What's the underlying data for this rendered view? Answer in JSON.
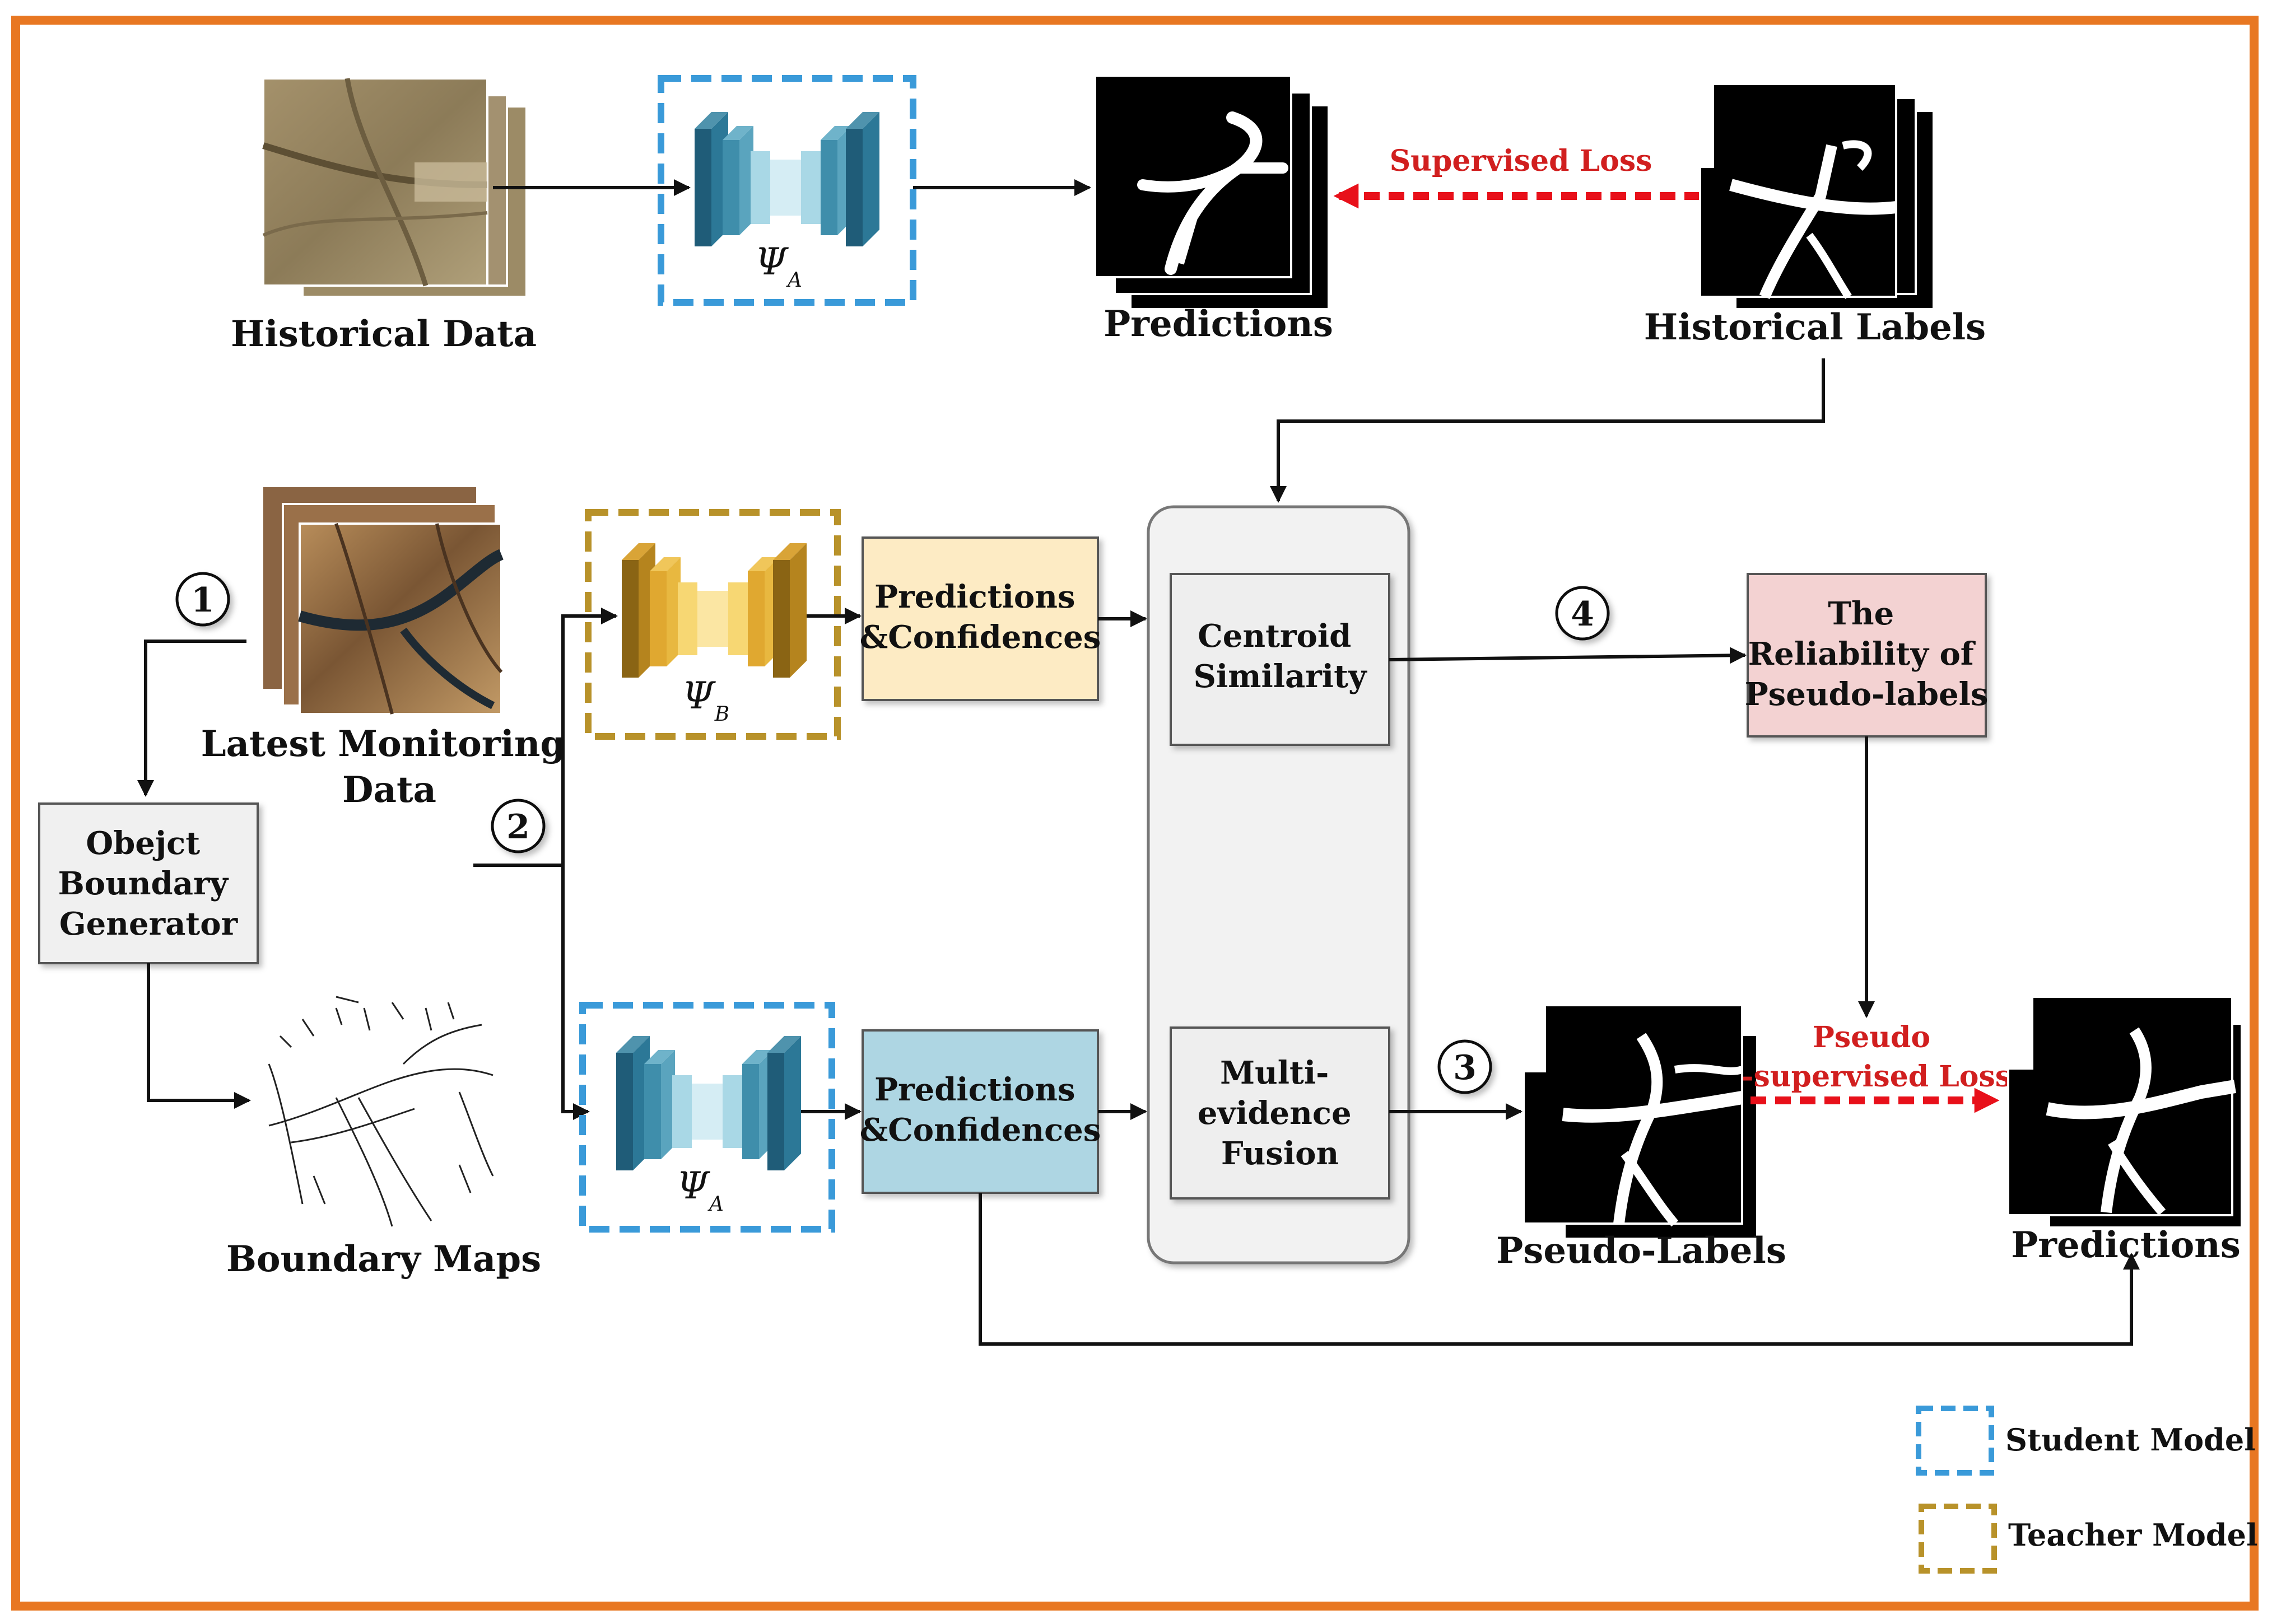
{
  "colors": {
    "frame": "#e87722",
    "student": "#3a9ad9",
    "teacher": "#b8922a",
    "pred_conf_teacher_fill": "#fdebc4",
    "pred_conf_student_fill": "#aed6e3",
    "reliability_fill": "#f3d2d2",
    "process_fill": "#f2f2f2",
    "loss_arrow": "#e8101a",
    "loss_text": "#d11f1f"
  },
  "top_row": {
    "historical_data_label": "Historical Data",
    "model_symbol": "Ψ",
    "model_sub": "A",
    "predictions_label": "Predictions",
    "supervised_loss_label": "Supervised Loss",
    "historical_labels_label": "Historical Labels"
  },
  "middle": {
    "latest_monitoring_line1": "Latest Monitoring",
    "latest_monitoring_line2": "Data",
    "step1": "1",
    "step2": "2",
    "step3": "3",
    "step4": "4",
    "boundary_generator_lines": [
      "Obejct",
      "Boundary",
      "Generator"
    ],
    "boundary_maps_label": "Boundary Maps",
    "teacher_symbol": "Ψ",
    "teacher_sub": "B",
    "student_symbol": "Ψ",
    "student_sub": "A",
    "pred_conf_teacher_lines": [
      "Predictions",
      "&Confidences"
    ],
    "pred_conf_student_lines": [
      "Predictions",
      "&Confidences"
    ],
    "centroid_lines": [
      "Centroid",
      "Similarity"
    ],
    "fusion_lines": [
      "Multi-",
      "evidence",
      "Fusion"
    ],
    "reliability_lines": [
      "The",
      "Reliability of",
      "Pseudo-labels"
    ],
    "pseudo_labels_label": "Pseudo-Labels",
    "pseudo_loss_lines": [
      "Pseudo",
      "-supervised Loss"
    ],
    "predictions_label": "Predictions"
  },
  "legend": {
    "student_label": "Student Model",
    "teacher_label": "Teacher Model"
  }
}
